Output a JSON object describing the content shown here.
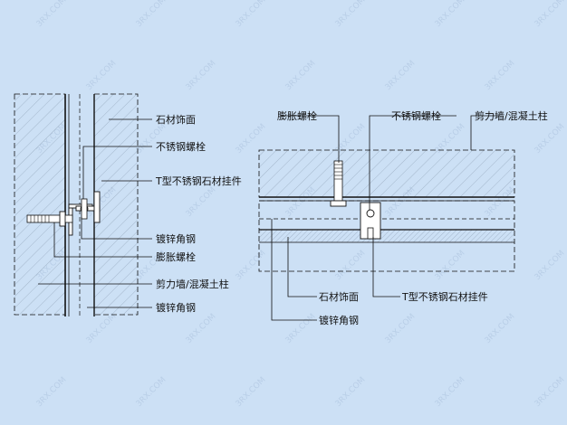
{
  "colors": {
    "background": "#cce0f5",
    "line": "#111111",
    "hatch": "#8a9bb0"
  },
  "watermark_text": "3RX.COM",
  "left_section": {
    "labels": {
      "stone_facing": "石材饰面",
      "ss_bolt": "不锈钢螺栓",
      "t_hanger": "T型不锈钢石材挂件",
      "galv_angle_top": "镀锌角钢",
      "expansion_bolt": "膨胀螺栓",
      "shear_wall": "剪力墙/混凝土柱",
      "galv_angle_bottom": "镀锌角钢"
    }
  },
  "right_section": {
    "labels": {
      "expansion_bolt": "膨胀螺栓",
      "ss_bolt": "不锈钢螺栓",
      "shear_wall": "剪力墙/混凝土柱",
      "stone_facing": "石材饰面",
      "t_hanger": "T型不锈钢石材挂件",
      "galv_angle": "镀锌角钢"
    }
  }
}
